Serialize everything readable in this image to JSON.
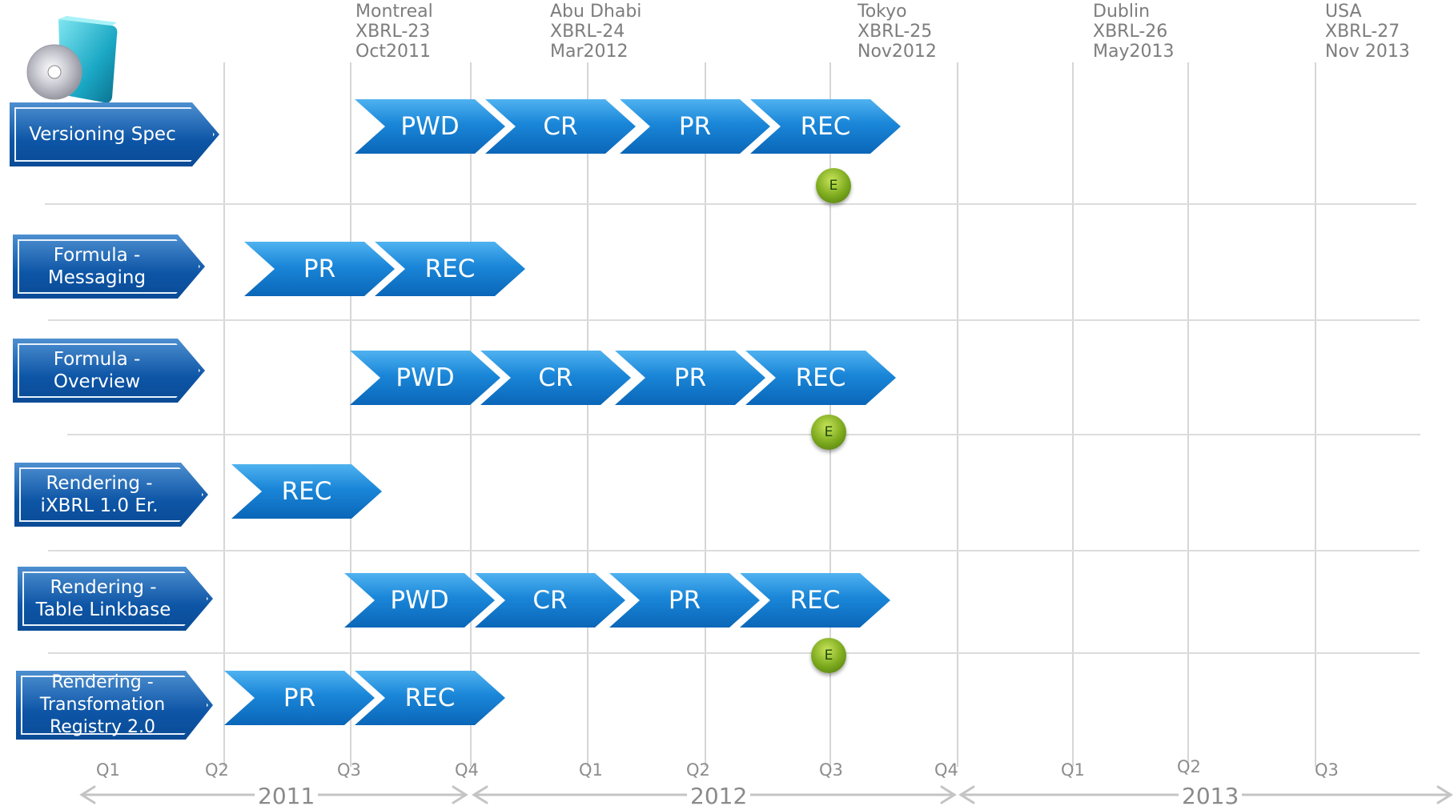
{
  "conferences": [
    {
      "city": "Montreal",
      "event": "XBRL-23",
      "date": "Oct2011"
    },
    {
      "city": "Abu Dhabi",
      "event": "XBRL-24",
      "date": "Mar2012"
    },
    {
      "city": "Tokyo",
      "event": "XBRL-25",
      "date": "Nov2012"
    },
    {
      "city": "Dublin",
      "event": "XBRL-26",
      "date": "May2013"
    },
    {
      "city": "USA",
      "event": "XBRL-27",
      "date": "Nov 2013"
    }
  ],
  "rows": [
    {
      "label": "Versioning Spec",
      "stages": [
        "PWD",
        "CR",
        "PR",
        "REC"
      ],
      "badge": "E"
    },
    {
      "label": "Formula - Messaging",
      "stages": [
        "PR",
        "REC"
      ]
    },
    {
      "label": "Formula - Overview",
      "stages": [
        "PWD",
        "CR",
        "PR",
        "REC"
      ],
      "badge": "E"
    },
    {
      "label": "Rendering - iXBRL 1.0 Er.",
      "stages": [
        "REC"
      ]
    },
    {
      "label": "Rendering - Table Linkbase",
      "stages": [
        "PWD",
        "CR",
        "PR",
        "REC"
      ],
      "badge": "E"
    },
    {
      "label": "Rendering - Transfomation Registry 2.0",
      "stages": [
        "PR",
        "REC"
      ]
    }
  ],
  "quarters": [
    "Q1",
    "Q2",
    "Q3",
    "Q4",
    "Q1",
    "Q2",
    "Q3",
    "Q4",
    "Q1",
    "Q2",
    "Q3"
  ],
  "years": [
    "2011",
    "2012",
    "2013"
  ],
  "icons": {
    "logo": "software-box-cd-icon",
    "badge": "e-badge-icon"
  },
  "colors": {
    "label_bg": "#0d55a6",
    "chevron": "#1a86d8",
    "badge": "#7aa81c",
    "grid": "#d6d6d6"
  }
}
